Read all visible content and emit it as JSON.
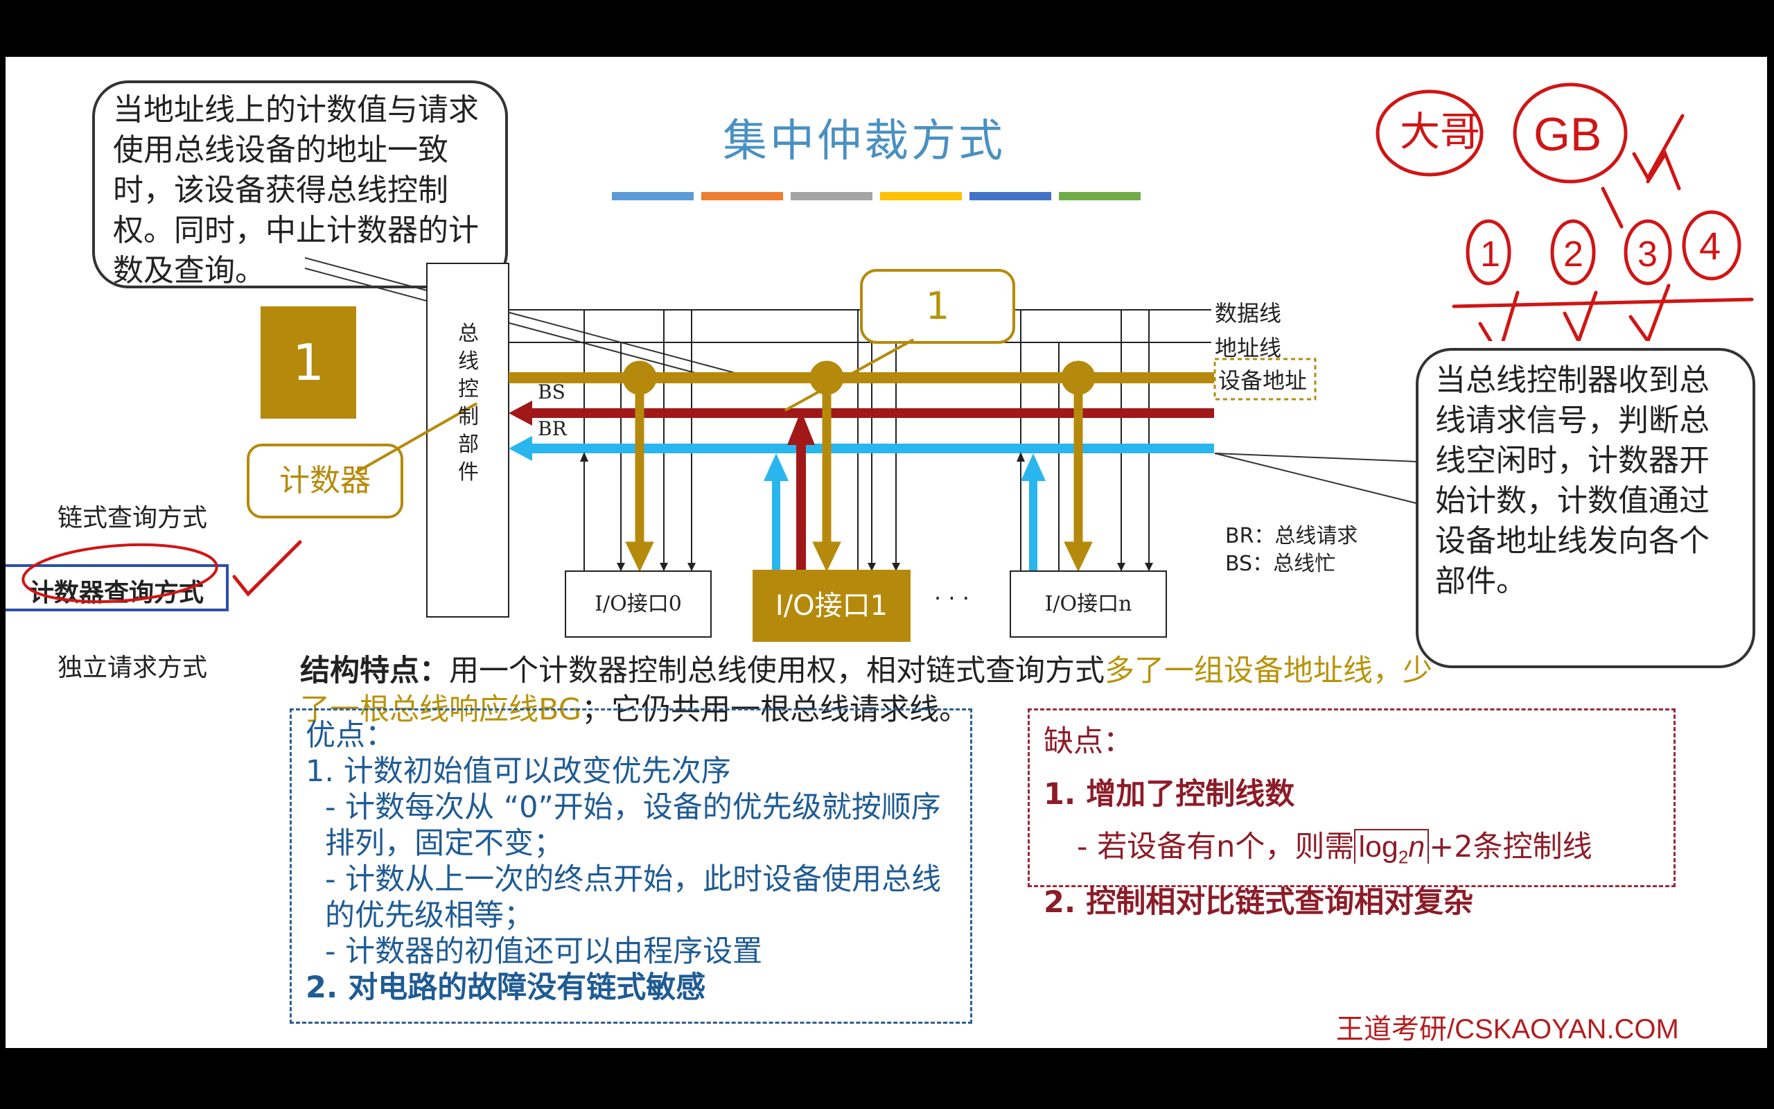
{
  "slide": {
    "title": "集中仲裁方式",
    "title_bar_colors": [
      "#5b9bd5",
      "#ed7d31",
      "#a5a5a5",
      "#ffc000",
      "#4472c4",
      "#70ad47"
    ],
    "callout_top_left": "当地址线上的计数值与请求使用总线设备的地址一致时，该设备获得总线控制权。同时，中止计数器的计数及查询。",
    "step_number": "1",
    "counter_label": "计数器",
    "nav": {
      "items": [
        "链式查询方式",
        "计数器查询方式",
        "独立请求方式"
      ],
      "active": "计数器查询方式"
    },
    "diagram": {
      "bus_controller": "总线控制部件",
      "data_line": "数据线",
      "addr_line": "地址线",
      "device_addr": "设备地址",
      "bs_label": "BS",
      "br_label": "BR",
      "callout_num": "1",
      "io0": "I/O接口0",
      "io1": "I/O接口1",
      "ion": "I/O接口n",
      "ellipsis": "· · ·",
      "legend_br": "BR：总线请求",
      "legend_bs": "BS：总线忙"
    },
    "callout_right": "当总线控制器收到总线请求信号，判断总线空闲时，计数器开始计数，计数值通过设备地址线发向各个部件。",
    "structure": {
      "heading": "结构特点：",
      "part1": "用一个计数器控制总线使用权，相对链式查询方式",
      "highlight": "多了一组设备地址线，少了一根总线响应线BG",
      "part2": "；它仍共用一根总线请求线。"
    },
    "pros": {
      "heading": "优点：",
      "item1": "1.   计数初始值可以改变优先次序",
      "sub1": "- 计数每次从 “0”开始，设备的优先级就按顺序排列，固定不变；",
      "sub2": "- 计数从上一次的终点开始，此时设备使用总线的优先级相等；",
      "sub3": "- 计数器的初值还可以由程序设置",
      "item2": "2.   对电路的故障没有链式敏感"
    },
    "cons": {
      "heading": "缺点：",
      "item1": "1.   增加了控制线数",
      "sub1_a": "- 若设备有n个，则需",
      "sub1_log": "log",
      "sub1_sub": "2",
      "sub1_n": "n",
      "sub1_b": "+2条控制线",
      "item2": "2.   控制相对比链式查询相对复杂"
    },
    "watermark": "王道考研/CSKAOYAN.COM",
    "annotation": {
      "big_brother": "大哥",
      "gb": "GB",
      "n1": "1",
      "n2": "2",
      "n3": "3",
      "n4": "4"
    }
  }
}
